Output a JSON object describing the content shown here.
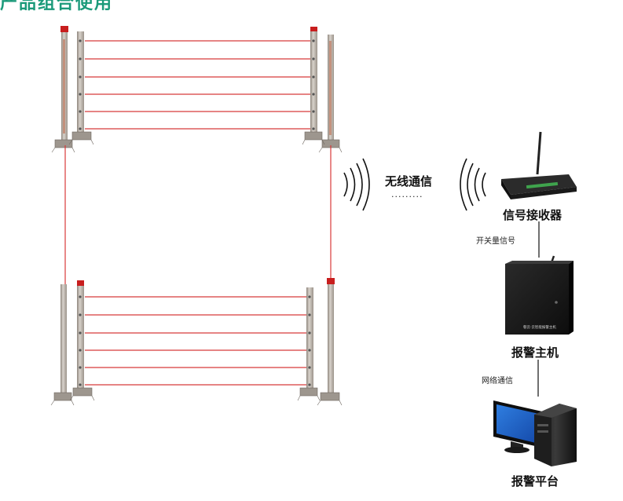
{
  "header": {
    "title": "产品组合使用"
  },
  "labels": {
    "wireless": "无线通信",
    "dots": "·········",
    "receiver": "信号接收器",
    "switch_signal": "开关量信号",
    "alarm_host": "报警主机",
    "network": "网络通信",
    "platform": "报警平台",
    "host_brand": "磐云·云智能报警主机"
  },
  "colors": {
    "beam": "#d83a3a",
    "pole": "#b9b2aa",
    "pole_dark": "#8a8178",
    "tip": "#c81e1e",
    "host_body": "#1a1a1a",
    "monitor_screen": "#1e63c8",
    "title_teal": "#1b9a7a"
  },
  "icons": [
    "signal-waves-icon",
    "antenna-icon",
    "computer-icon",
    "monitor-icon"
  ]
}
